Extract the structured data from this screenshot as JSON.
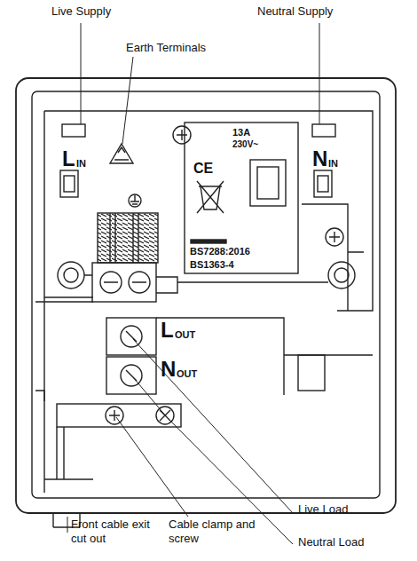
{
  "diagram": {
    "labels": [
      "Live Supply",
      "Neutral Supply",
      "Earth Terminals",
      "13A",
      "230V~",
      "CE",
      "BS7288:2016",
      "BS1363-4",
      "L",
      "IN",
      "N",
      "IN",
      "L",
      "OUT",
      "N",
      "OUT",
      "Front cable exit cut out",
      "Cable clamp and screw",
      "Live Load",
      "Neutral Load"
    ]
  }
}
